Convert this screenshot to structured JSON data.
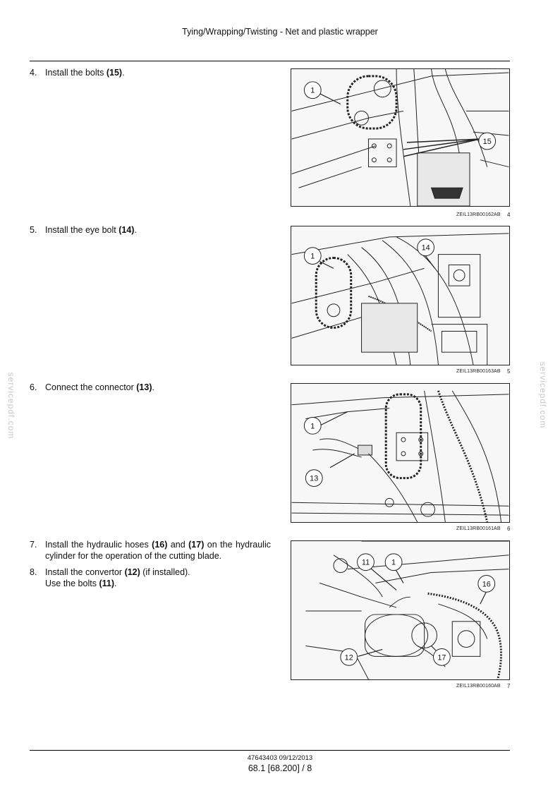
{
  "header": {
    "title": "Tying/Wrapping/Twisting - Net and plastic wrapper"
  },
  "steps": [
    {
      "num": "4.",
      "pre": "Install the bolts ",
      "ref": "(15)",
      "post": "."
    },
    {
      "num": "5.",
      "pre": "Install the eye bolt ",
      "ref": "(14)",
      "post": "."
    },
    {
      "num": "6.",
      "pre": "Connect the connector ",
      "ref": "(13)",
      "post": "."
    },
    {
      "num": "7.",
      "pre": "Install the hydraulic hoses ",
      "ref": "(16)",
      "mid": " and ",
      "ref2": "(17)",
      "post": " on the hydraulic cylinder for the operation of the cutting blade."
    },
    {
      "num": "8.",
      "pre": "Install the convertor ",
      "ref": "(12)",
      "post": " (if installed).",
      "line2_pre": "Use the bolts ",
      "line2_ref": "(11)",
      "line2_post": "."
    }
  ],
  "figures": [
    {
      "code": "ZEIL13RB00162AB",
      "number": "4",
      "callouts": [
        "1",
        "15"
      ]
    },
    {
      "code": "ZEIL13RB00163AB",
      "number": "5",
      "callouts": [
        "1",
        "14"
      ]
    },
    {
      "code": "ZEIL13RB00161AB",
      "number": "6",
      "callouts": [
        "1",
        "13"
      ]
    },
    {
      "code": "ZEIL13RB00160AB",
      "number": "7",
      "callouts": [
        "11",
        "1",
        "16",
        "12",
        "17"
      ]
    }
  ],
  "watermark": {
    "text": "servicepdf.com"
  },
  "footer": {
    "doc": "47643403 09/12/2013",
    "page": "68.1 [68.200] / 8"
  }
}
